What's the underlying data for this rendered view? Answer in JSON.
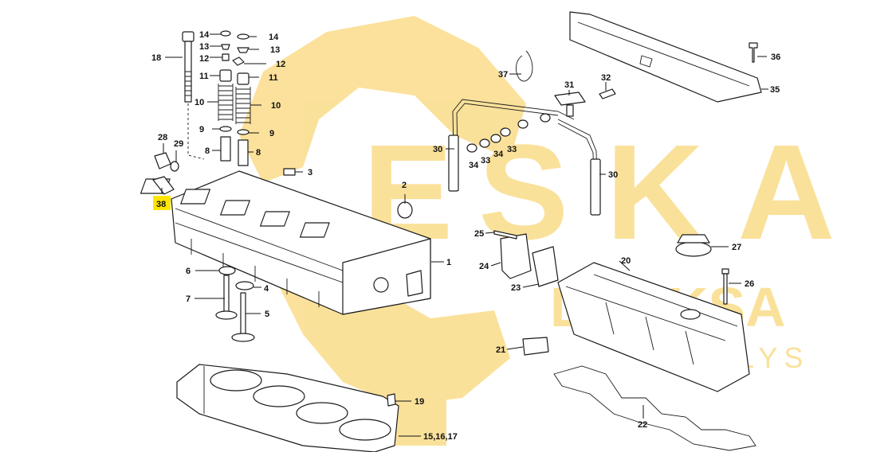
{
  "watermark": {
    "letters": [
      "E",
      "S",
      "K",
      "A"
    ],
    "lower_text": "DASKSA",
    "sub_text": "DALYS",
    "color": "#f7c948"
  },
  "highlight_color": "#ffe600",
  "labels": [
    {
      "id": "l1",
      "text": "1"
    },
    {
      "id": "l2",
      "text": "2"
    },
    {
      "id": "l3",
      "text": "3"
    },
    {
      "id": "l4",
      "text": "4"
    },
    {
      "id": "l5",
      "text": "5"
    },
    {
      "id": "l6",
      "text": "6"
    },
    {
      "id": "l7",
      "text": "7"
    },
    {
      "id": "l8a",
      "text": "8"
    },
    {
      "id": "l8b",
      "text": "8"
    },
    {
      "id": "l9a",
      "text": "9"
    },
    {
      "id": "l9b",
      "text": "9"
    },
    {
      "id": "l10a",
      "text": "10"
    },
    {
      "id": "l10b",
      "text": "10"
    },
    {
      "id": "l11a",
      "text": "11"
    },
    {
      "id": "l11b",
      "text": "11"
    },
    {
      "id": "l12a",
      "text": "12"
    },
    {
      "id": "l12b",
      "text": "12"
    },
    {
      "id": "l13a",
      "text": "13"
    },
    {
      "id": "l13b",
      "text": "13"
    },
    {
      "id": "l14a",
      "text": "14"
    },
    {
      "id": "l14b",
      "text": "14"
    },
    {
      "id": "l15",
      "text": "15,16,17"
    },
    {
      "id": "l18",
      "text": "18"
    },
    {
      "id": "l19",
      "text": "19"
    },
    {
      "id": "l20",
      "text": "20"
    },
    {
      "id": "l21",
      "text": "21"
    },
    {
      "id": "l22",
      "text": "22"
    },
    {
      "id": "l23",
      "text": "23"
    },
    {
      "id": "l24",
      "text": "24"
    },
    {
      "id": "l25",
      "text": "25"
    },
    {
      "id": "l26",
      "text": "26"
    },
    {
      "id": "l27",
      "text": "27"
    },
    {
      "id": "l28",
      "text": "28"
    },
    {
      "id": "l29",
      "text": "29"
    },
    {
      "id": "l30a",
      "text": "30"
    },
    {
      "id": "l30b",
      "text": "30"
    },
    {
      "id": "l31",
      "text": "31"
    },
    {
      "id": "l32",
      "text": "32"
    },
    {
      "id": "l33a",
      "text": "33"
    },
    {
      "id": "l33b",
      "text": "33"
    },
    {
      "id": "l33c",
      "text": "33"
    },
    {
      "id": "l34a",
      "text": "34"
    },
    {
      "id": "l34b",
      "text": "34"
    },
    {
      "id": "l35",
      "text": "35"
    },
    {
      "id": "l36",
      "text": "36"
    },
    {
      "id": "l37",
      "text": "37"
    },
    {
      "id": "l38",
      "text": "38",
      "highlighted": true
    }
  ]
}
